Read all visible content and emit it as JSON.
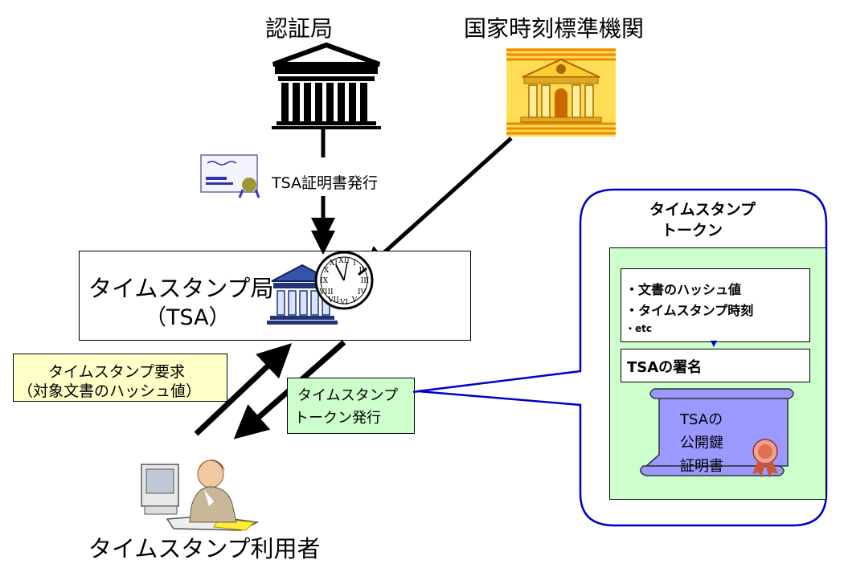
{
  "certification_authority": {
    "label": "認証局"
  },
  "time_authority": {
    "label": "国家時刻標準機関"
  },
  "certificate_issuance": {
    "label": "TSA証明書発行"
  },
  "tsa": {
    "name": "タイムスタンプ局",
    "abbr": "（TSA）"
  },
  "request": {
    "line1": "タイムスタンプ要求",
    "line2": "（対象文書のハッシュ値）"
  },
  "token_issue": {
    "line1": "タイムスタンプ",
    "line2": "トークン発行"
  },
  "user": {
    "label": "タイムスタンプ利用者"
  },
  "token": {
    "title_line1": "タイムスタンプ",
    "title_line2": "トークン",
    "contents": [
      "・文書のハッシュ値",
      "・タイムスタンプ時刻",
      "・etc"
    ],
    "signature": "TSAの署名",
    "public_key_cert": [
      "TSAの",
      "公開鍵",
      "証明書"
    ]
  },
  "colors": {
    "request_fill": "#ffffc8",
    "token_panel_fill": "#ccffcc",
    "callout_border": "#0000cc",
    "cert_fill": "#9999ff",
    "building_gold": "#ffcc33",
    "building_blue": "#3355aa"
  },
  "icons": [
    "bank-building-icon",
    "gold-building-icon",
    "certificate-icon",
    "clock-icon",
    "tsa-building-icon",
    "computer-user-icon",
    "scroll-icon",
    "seal-icon"
  ]
}
